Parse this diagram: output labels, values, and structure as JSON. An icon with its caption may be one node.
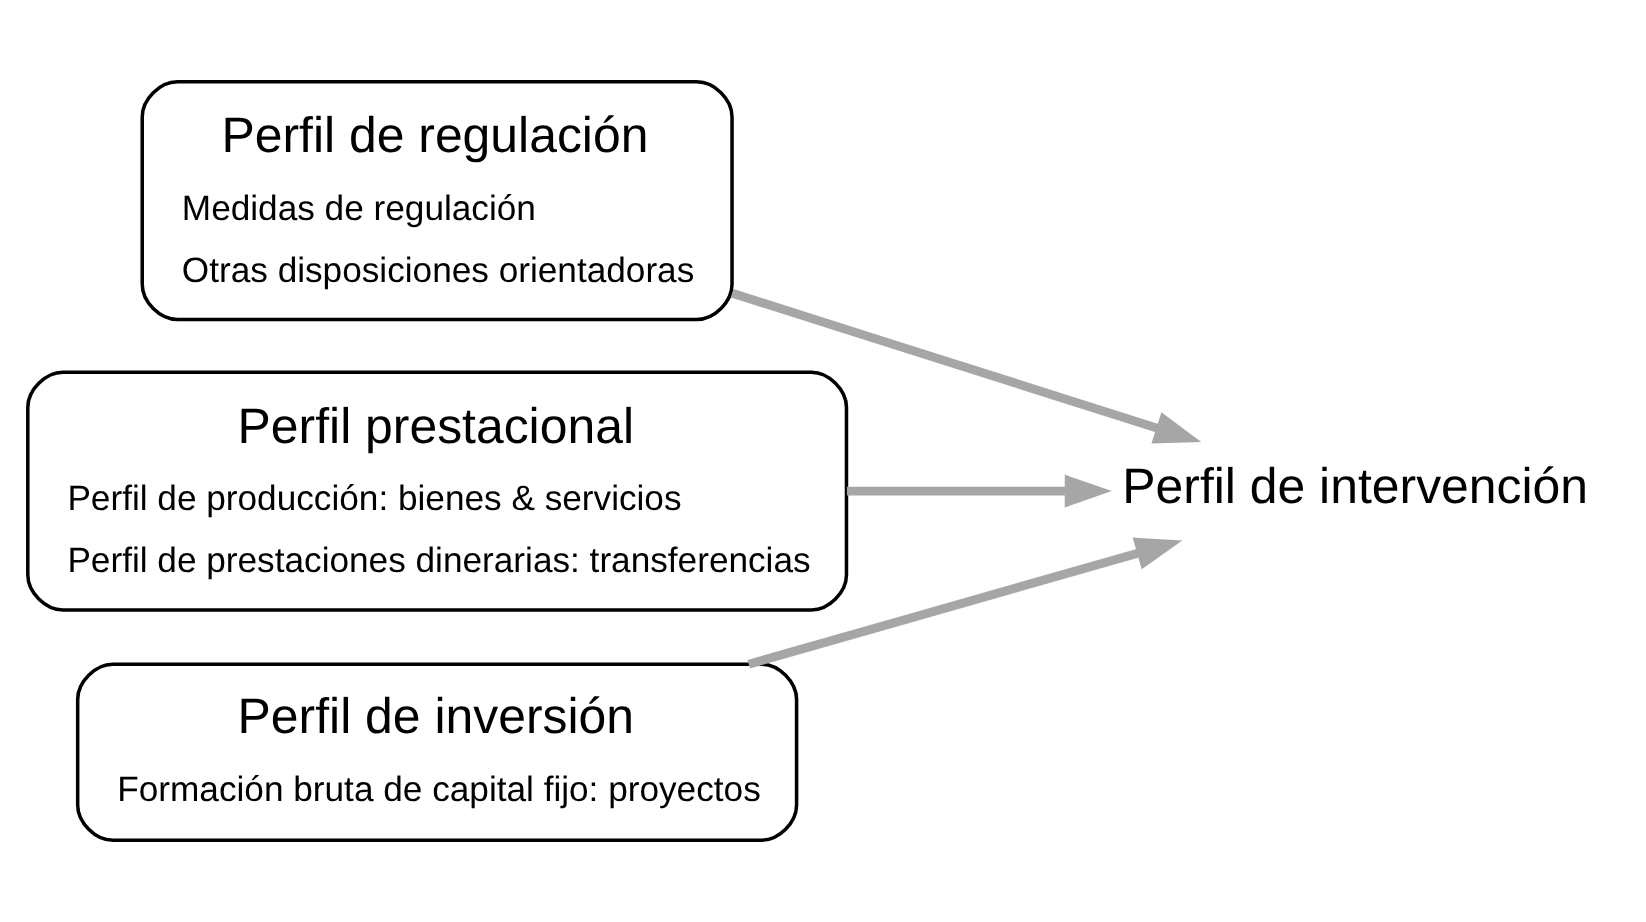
{
  "diagram": {
    "nodes": [
      {
        "text": [
          "Perfil de regulación",
          "Medidas de regulación",
          "Otras disposiciones orientadoras"
        ]
      },
      {
        "text": [
          "Perfil prestacional",
          "Perfil de producción: bienes & servicios",
          "Perfil de prestaciones dinerarias: transferencias"
        ]
      },
      {
        "text": [
          "Perfil de inversión",
          "Formación bruta de capital fijo: proyectos"
        ]
      },
      {
        "text": [
          "Perfil de intervención"
        ]
      }
    ],
    "edges": [
      {
        "from": 0,
        "to": 3,
        "arrow": "to",
        "color": "#a6a6a6"
      },
      {
        "from": 1,
        "to": 3,
        "arrow": "to",
        "color": "#a6a6a6"
      },
      {
        "from": 2,
        "to": 3,
        "arrow": "to",
        "color": "#a6a6a6"
      }
    ]
  }
}
